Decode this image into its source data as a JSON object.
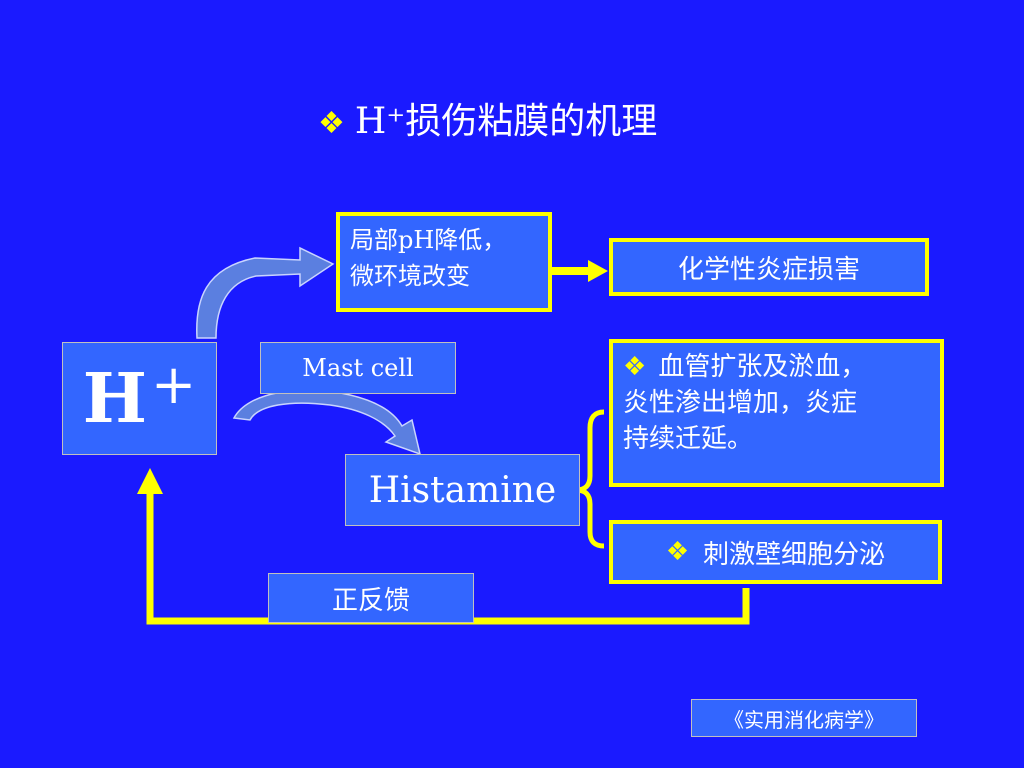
{
  "title": {
    "bullet": "❖",
    "text": "H⁺损伤粘膜的机理"
  },
  "h_ion": {
    "letter": "H",
    "plus": "+"
  },
  "ph_box": {
    "line1": "局部pH降低，",
    "line2": "微环境改变"
  },
  "chem_box": {
    "text": "化学性炎症损害"
  },
  "mast_cell": {
    "text": "Mast cell"
  },
  "histamine": {
    "text": "Histamine"
  },
  "vessel_box": {
    "bullet": "❖",
    "line1": "血管扩张及淤血，",
    "line2": "炎性渗出增加，炎症",
    "line3": "持续迁延。"
  },
  "secretion_box": {
    "bullet": "❖",
    "text": "刺激壁细胞分泌"
  },
  "feedback": {
    "text": "正反馈"
  },
  "source": {
    "text": "《实用消化病学》"
  },
  "colors": {
    "background": "#1a1aff",
    "box_fill": "#3366ff",
    "accent": "#ffff00",
    "curved_arrow": "#5b7fe0"
  }
}
